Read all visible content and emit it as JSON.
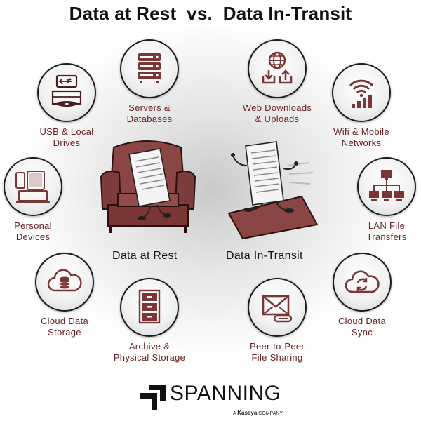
{
  "title": "Data at Rest  vs.  Data In-Transit",
  "center": {
    "rest_label": "Data at Rest",
    "transit_label": "Data In-Transit"
  },
  "nodes": {
    "servers": {
      "icon": "server-rack-icon",
      "line1": "Servers &",
      "line2": "Databases"
    },
    "web": {
      "icon": "globe-download-upload-icon",
      "line1": "Web Downloads",
      "line2": "& Uploads"
    },
    "usb": {
      "icon": "usb-drive-icon",
      "line1": "USB & Local",
      "line2": "Drives"
    },
    "wifi": {
      "icon": "wifi-signal-icon",
      "line1": "Wifi & Mobile",
      "line2": "Networks"
    },
    "personal": {
      "icon": "devices-icon",
      "line1": "Personal",
      "line2": "Devices"
    },
    "lan": {
      "icon": "network-computers-icon",
      "line1": "LAN File",
      "line2": "Transfers"
    },
    "cloud_storage": {
      "icon": "cloud-database-icon",
      "line1": "Cloud Data",
      "line2": "Storage"
    },
    "archive": {
      "icon": "filing-cabinet-icon",
      "line1": "Archive &",
      "line2": "Physical Storage"
    },
    "p2p": {
      "icon": "envelope-attachment-icon",
      "line1": "Peer-to-Peer",
      "line2": "File Sharing"
    },
    "cloud_sync": {
      "icon": "cloud-sync-icon",
      "line1": "Cloud Data",
      "line2": "Sync"
    }
  },
  "logo": {
    "name": "SPANNING",
    "sub_prefix": "A",
    "sub_brand": "Kaseya",
    "sub_suffix": "COMPANY"
  },
  "colors": {
    "accent": "#7a3535",
    "accent_dark": "#4a1c1c",
    "label": "#6b2020",
    "text": "#111111"
  }
}
